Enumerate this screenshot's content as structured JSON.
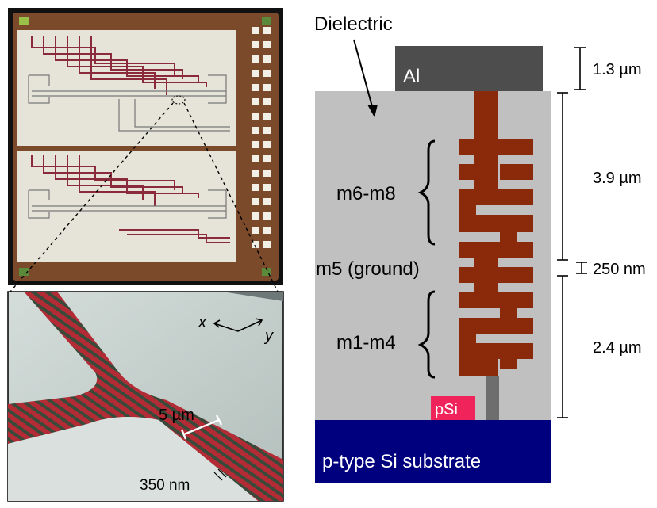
{
  "left": {
    "chip_photo": {
      "colors": {
        "frame": "#111111",
        "die": "#7a4a2a",
        "field": "#e6e4d8",
        "trace": "#8a2a3a",
        "pad": "#f2efe6"
      }
    },
    "render": {
      "axes": {
        "x": "x",
        "y": "y"
      },
      "width_label": "5 µm",
      "pitch_label": "350 nm",
      "colors": {
        "surface": "#c4cfcc",
        "stripe_red": "#b22b35",
        "stripe_dark": "#3a4a3a"
      }
    }
  },
  "cross_section": {
    "dielectric_label": "Dielectric",
    "al_label": "Al",
    "psi_label": "pSi",
    "substrate_label": "p-type Si substrate",
    "layer_labels": {
      "upper": "m6-m8",
      "ground": "m5 (ground)",
      "lower": "m1-m4"
    },
    "dimensions": {
      "al": "1.3 µm",
      "upper": "3.9 µm",
      "ground": "250 nm",
      "lower": "2.4 µm"
    },
    "colors": {
      "dielectric": "#c0c0c0",
      "al": "#4d4d4d",
      "metal": "#8b2a0a",
      "psi": "#f0245a",
      "substrate": "#00007f",
      "via": "#6e6e6e"
    }
  }
}
